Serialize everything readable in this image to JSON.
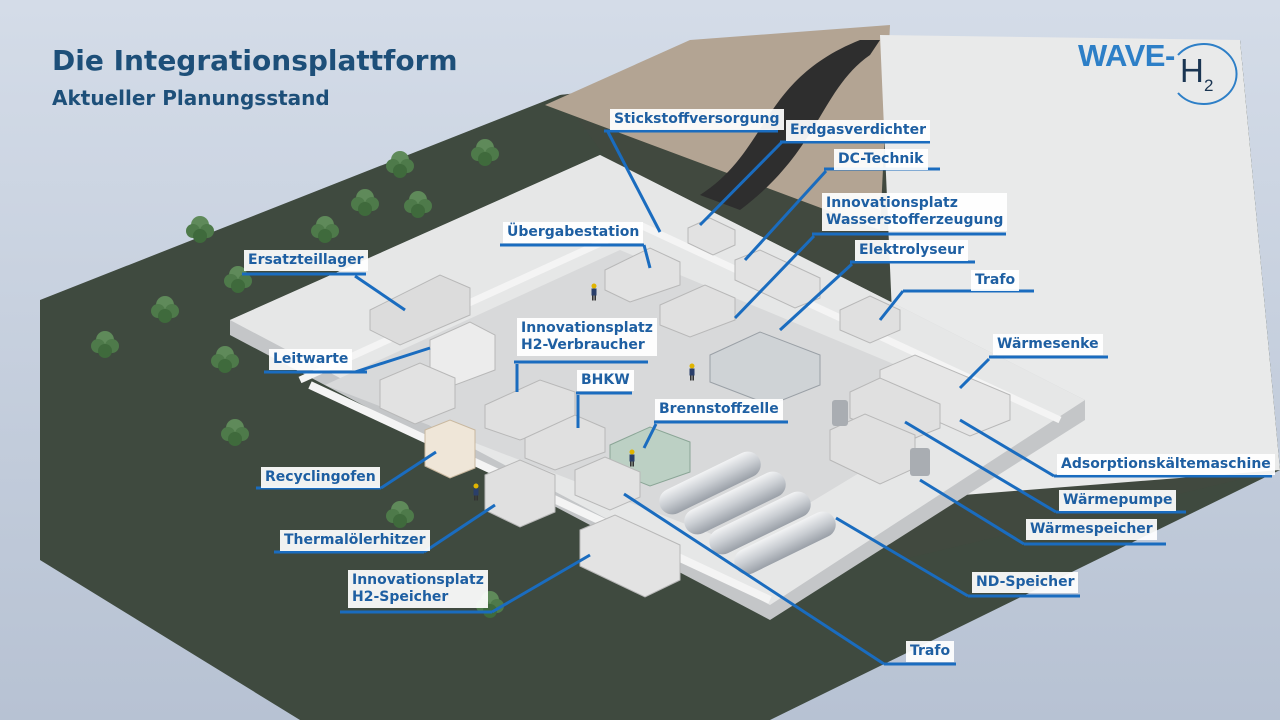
{
  "header": {
    "title": "Die Integrationsplattform",
    "subtitle": "Aktueller Planungsstand"
  },
  "logo": {
    "wave": "WAVE-",
    "h": "H",
    "sub": "2"
  },
  "labels": {
    "stickstoff": "Stickstoffversorgung",
    "erdgas": "Erdgasverdichter",
    "dc": "DC-Technik",
    "innovation_wasser_1": "Innovationsplatz",
    "innovation_wasser_2": "Wasserstofferzeugung",
    "elektrolyseur": "Elektrolyseur",
    "trafo_top": "Trafo",
    "uebergabe": "Übergabestation",
    "ersatzteil": "Ersatzteillager",
    "leitwarte": "Leitwarte",
    "innovation_verbraucher_1": "Innovationsplatz",
    "innovation_verbraucher_2": "H2-Verbraucher",
    "bhkw": "BHKW",
    "brennstoff": "Brennstoffzelle",
    "waermesenke": "Wärmesenke",
    "adsorption": "Adsorptionskältemaschine",
    "waermepumpe": "Wärmepumpe",
    "waermespeicher": "Wärmespeicher",
    "recycling": "Recyclingofen",
    "thermal": "Thermalölerhitzer",
    "innovation_speicher_1": "Innovationsplatz",
    "innovation_speicher_2": "H2-Speicher",
    "nd_speicher": "ND-Speicher",
    "trafo_bottom": "Trafo"
  },
  "colors": {
    "title": "#1d4f79",
    "label_text": "#1e5fa2",
    "leader_line": "#1a6cbf",
    "background_top": "#d0d9e6",
    "background_bottom": "#b8c3d3",
    "grass": "#3f4a3f",
    "platform": "#e6e7e7",
    "road": "#2e2e2e",
    "soil": "#b3a493"
  }
}
